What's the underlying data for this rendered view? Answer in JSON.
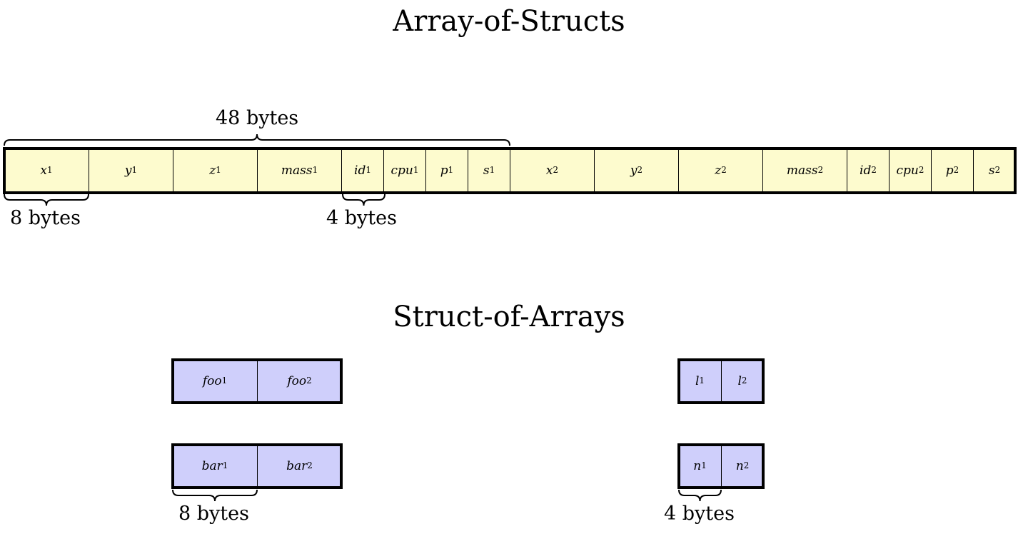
{
  "aos": {
    "title": "Array-of-Structs",
    "brace_labels": {
      "struct": "48 bytes",
      "double": "8 bytes",
      "int": "4 bytes"
    },
    "cells": [
      {
        "name": "x",
        "sub": "1"
      },
      {
        "name": "y",
        "sub": "1"
      },
      {
        "name": "z",
        "sub": "1"
      },
      {
        "name": "mass",
        "sub": "1"
      },
      {
        "name": "id",
        "sub": "1"
      },
      {
        "name": "cpu",
        "sub": "1"
      },
      {
        "name": "p",
        "sub": "1"
      },
      {
        "name": "s",
        "sub": "1"
      },
      {
        "name": "x",
        "sub": "2"
      },
      {
        "name": "y",
        "sub": "2"
      },
      {
        "name": "z",
        "sub": "2"
      },
      {
        "name": "mass",
        "sub": "2"
      },
      {
        "name": "id",
        "sub": "2"
      },
      {
        "name": "cpu",
        "sub": "2"
      },
      {
        "name": "p",
        "sub": "2"
      },
      {
        "name": "s",
        "sub": "2"
      }
    ]
  },
  "soa": {
    "title": "Struct-of-Arrays",
    "brace_labels": {
      "double": "8 bytes",
      "int": "4 bytes"
    },
    "arrays": {
      "foo": [
        {
          "name": "foo",
          "sub": "1"
        },
        {
          "name": "foo",
          "sub": "2"
        }
      ],
      "bar": [
        {
          "name": "bar",
          "sub": "1"
        },
        {
          "name": "bar",
          "sub": "2"
        }
      ],
      "l": [
        {
          "name": "l",
          "sub": "1"
        },
        {
          "name": "l",
          "sub": "2"
        }
      ],
      "n": [
        {
          "name": "n",
          "sub": "1"
        },
        {
          "name": "n",
          "sub": "2"
        }
      ]
    }
  },
  "colors": {
    "aos_fill": "#fdfbce",
    "soa_fill": "#cfcffb",
    "stroke": "#000000"
  }
}
